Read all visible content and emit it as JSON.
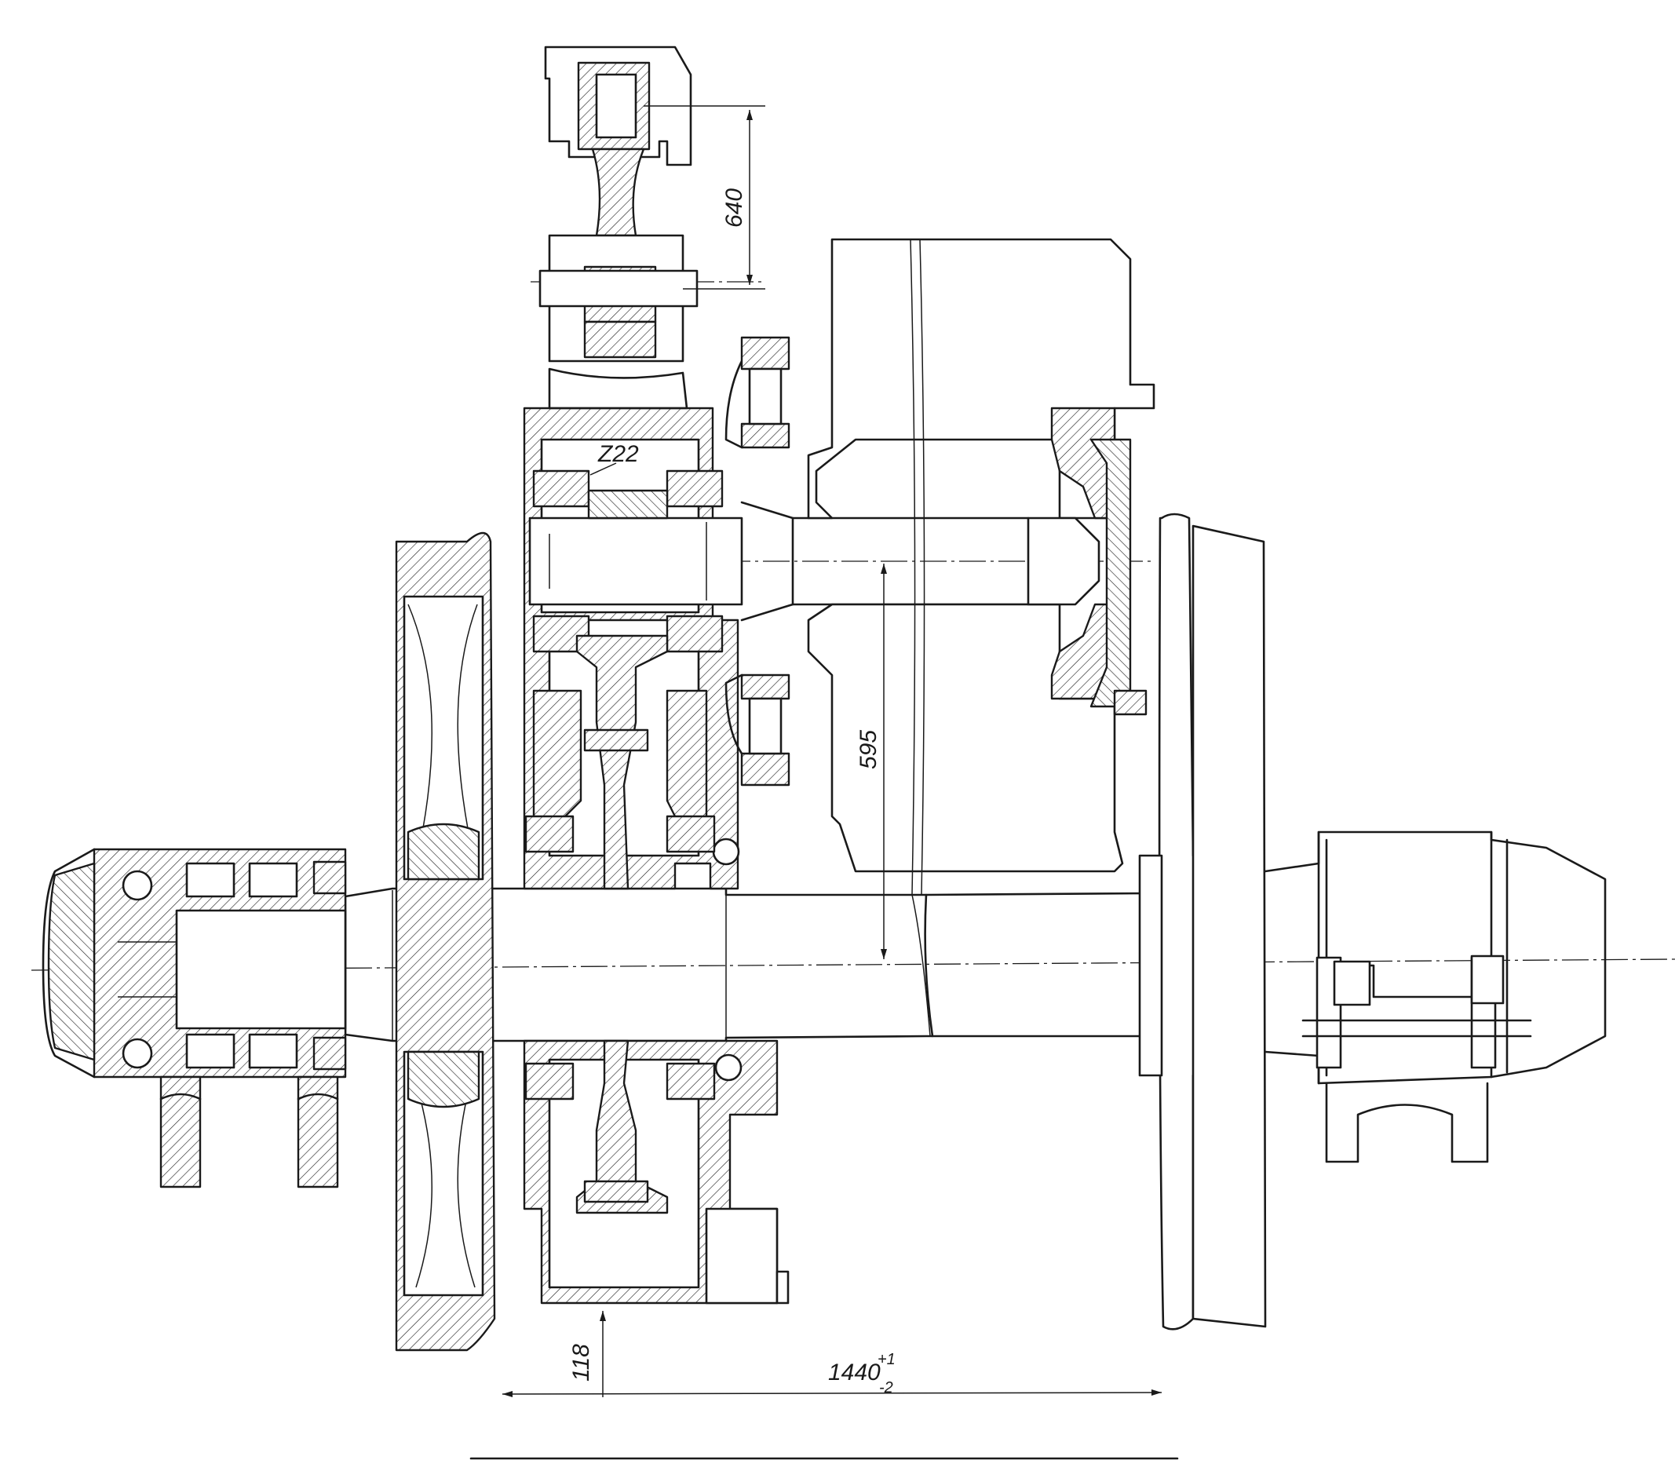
{
  "drawing": {
    "dimensions": {
      "upper_shaft_distance": "640",
      "gear_center_distance": "595",
      "bottom_clearance": "118",
      "wheel_gauge": "1440",
      "gauge_tol_upper": "+1",
      "gauge_tol_lower": "-2"
    },
    "labels": {
      "gear_teeth": "Z22"
    }
  }
}
